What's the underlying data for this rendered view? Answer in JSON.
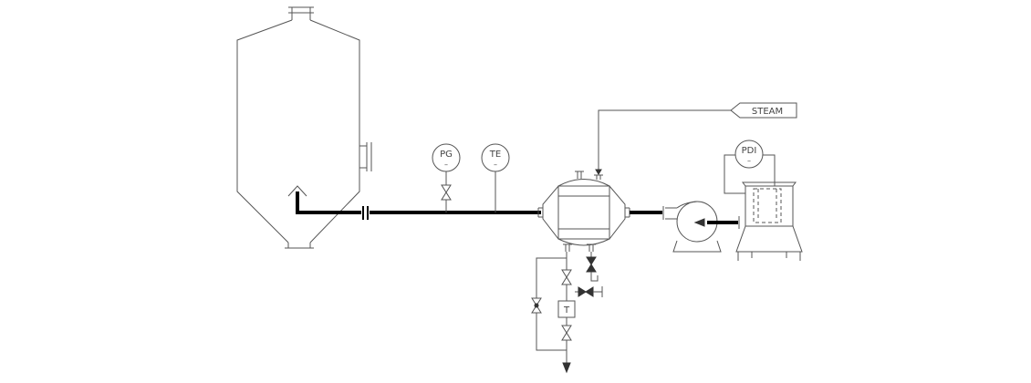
{
  "instruments": {
    "pressure_gauge": {
      "tag": "PG",
      "sub": "–"
    },
    "temperature_element": {
      "tag": "TE",
      "sub": "–"
    },
    "differential_pressure": {
      "tag": "PDI",
      "sub": "–"
    }
  },
  "steam_label": "STEAM",
  "trap_label": "T"
}
